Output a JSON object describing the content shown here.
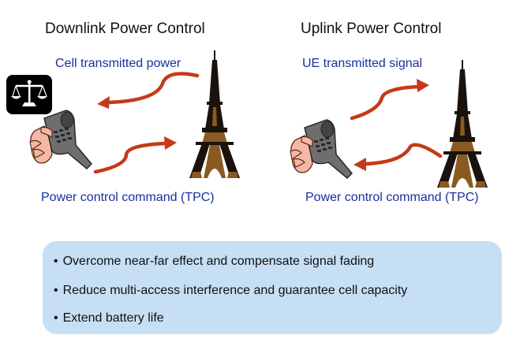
{
  "downlink": {
    "title": "Downlink Power Control",
    "top_label": "Cell transmitted power",
    "bottom_label": "Power control command (TPC)"
  },
  "uplink": {
    "title": "Uplink Power Control",
    "top_label": "UE transmitted signal",
    "bottom_label": "Power control command (TPC)"
  },
  "benefits": {
    "bullet_char": "•",
    "items": [
      "Overcome near-far effect and compensate signal fading",
      "Reduce multi-access interference and guarantee cell capacity",
      "Extend battery life"
    ]
  },
  "colors": {
    "arrow": "#c43a1a",
    "label_text": "#1a2f9c",
    "panel_bg": "#c6dff4",
    "tower_dark": "#1a120c",
    "tower_bronze": "#8a5a20",
    "hand_skin": "#f4b8a4",
    "phone_body": "#6e6e6e"
  },
  "icons": [
    "balance-scale-icon",
    "phone-in-hand-icon",
    "eiffel-tower-icon",
    "signal-arrow-icon"
  ]
}
